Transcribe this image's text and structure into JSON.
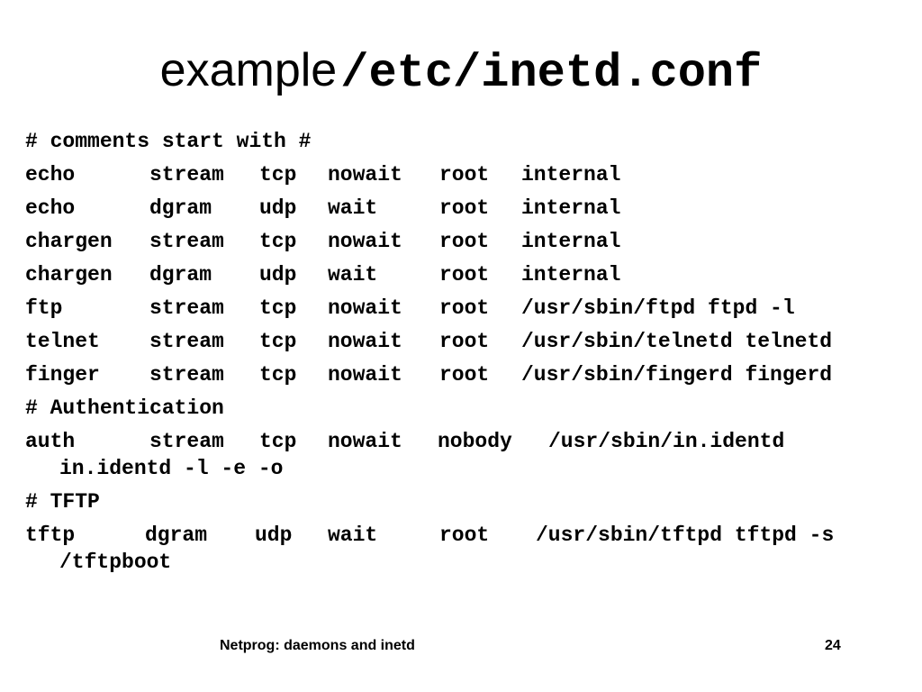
{
  "title": {
    "word": "example",
    "path": "/etc/inetd.conf"
  },
  "config": {
    "comment_1": "# comments start with #",
    "entries_main": [
      {
        "service": "echo",
        "socket": "stream",
        "protocol": "tcp",
        "wait": "nowait",
        "user": "root",
        "server": "internal"
      },
      {
        "service": "echo",
        "socket": "dgram",
        "protocol": "udp",
        "wait": "wait",
        "user": "root",
        "server": "internal"
      },
      {
        "service": "chargen",
        "socket": "stream",
        "protocol": "tcp",
        "wait": "nowait",
        "user": "root",
        "server": "internal"
      },
      {
        "service": "chargen",
        "socket": "dgram",
        "protocol": "udp",
        "wait": "wait",
        "user": "root",
        "server": "internal"
      },
      {
        "service": "ftp",
        "socket": "stream",
        "protocol": "tcp",
        "wait": "nowait",
        "user": "root",
        "server": "/usr/sbin/ftpd ftpd -l"
      },
      {
        "service": "telnet",
        "socket": "stream",
        "protocol": "tcp",
        "wait": "nowait",
        "user": "root",
        "server": "/usr/sbin/telnetd telnetd"
      },
      {
        "service": "finger",
        "socket": "stream",
        "protocol": "tcp",
        "wait": "nowait",
        "user": "root",
        "server": "/usr/sbin/fingerd fingerd"
      }
    ],
    "comment_2": "# Authentication",
    "auth": {
      "service": "auth",
      "socket": "stream",
      "protocol": "tcp",
      "wait": "nowait",
      "user": "nobody",
      "server": "/usr/sbin/in.identd",
      "continuation": "in.identd -l -e -o"
    },
    "comment_3": "# TFTP",
    "tftp": {
      "service": "tftp",
      "socket": "dgram",
      "protocol": "udp",
      "wait": "wait",
      "user": "root",
      "server": "/usr/sbin/tftpd tftpd -s",
      "continuation": "/tftpboot"
    }
  },
  "footer": {
    "title": "Netprog:  daemons and inetd",
    "page_number": "24"
  }
}
